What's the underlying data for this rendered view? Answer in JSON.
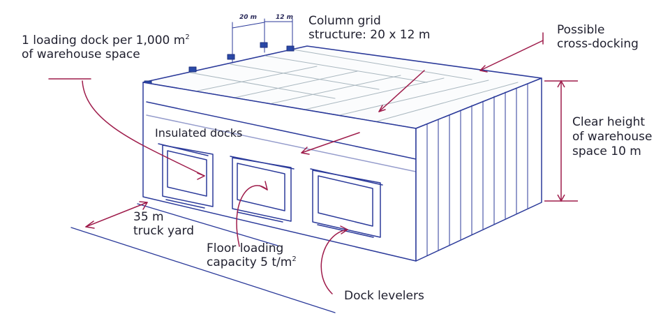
{
  "labels": {
    "loading_dock_line1": "1 loading dock per 1,000 m",
    "loading_dock_sup": "2",
    "loading_dock_line2": "of warehouse space",
    "column_grid_line1": "Column grid",
    "column_grid_line2": "structure: 20 x 12 m",
    "cross_docking_line1": "Possible",
    "cross_docking_line2": "cross-docking",
    "clear_height_line1": "Clear height",
    "clear_height_line2": "of warehouse",
    "clear_height_line3": "space 10 m",
    "insulated_docks": "Insulated docks",
    "truck_yard_line1": "35 m",
    "truck_yard_line2": "truck yard",
    "floor_loading_line1": "Floor loading",
    "floor_loading_line2": "capacity 5 t/m",
    "floor_loading_sup": "2",
    "dock_levelers": "Dock levelers",
    "dim_20m": "20 m",
    "dim_12m": "12 m"
  },
  "colors": {
    "building_stroke": "#2b3a9a",
    "grid_stroke": "#a9b7bf",
    "annotation_red": "#9e1b4a",
    "text": "#1f1f2e"
  }
}
